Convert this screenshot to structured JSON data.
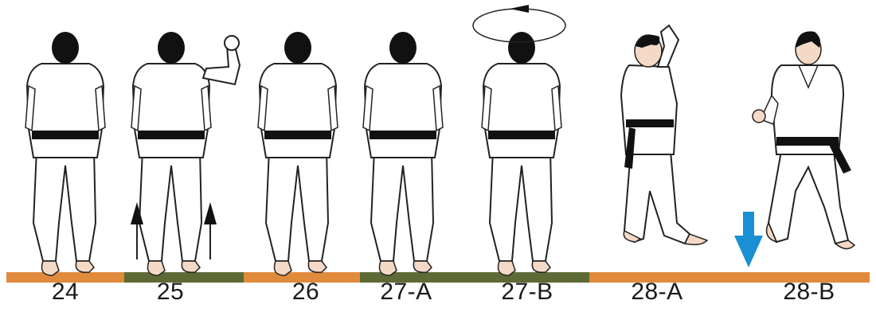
{
  "figures": [
    {
      "label": "24",
      "view": "back"
    },
    {
      "label": "25",
      "view": "back-arm-raised"
    },
    {
      "label": "26",
      "view": "back"
    },
    {
      "label": "27-A",
      "view": "back"
    },
    {
      "label": "27-B",
      "view": "back-rotate"
    },
    {
      "label": "28-A",
      "view": "side"
    },
    {
      "label": "28-B",
      "view": "front"
    }
  ],
  "floor_segments": [
    {
      "color": "#e08a3c"
    },
    {
      "color": "#5e6a35"
    },
    {
      "color": "#e08a3c"
    },
    {
      "color": "#5e6a35"
    },
    {
      "color": "#e08a3c"
    }
  ],
  "icons": {
    "up_arrows": "up-arrow-icon",
    "down_arrow": "down-arrow-icon",
    "rotation": "rotation-icon"
  },
  "colors": {
    "belt": "#111111",
    "hair": "#111111",
    "gi": "#ffffff",
    "outline": "#222222",
    "skin": "#f4d9c6",
    "down_arrow": "#1a8fd4"
  }
}
